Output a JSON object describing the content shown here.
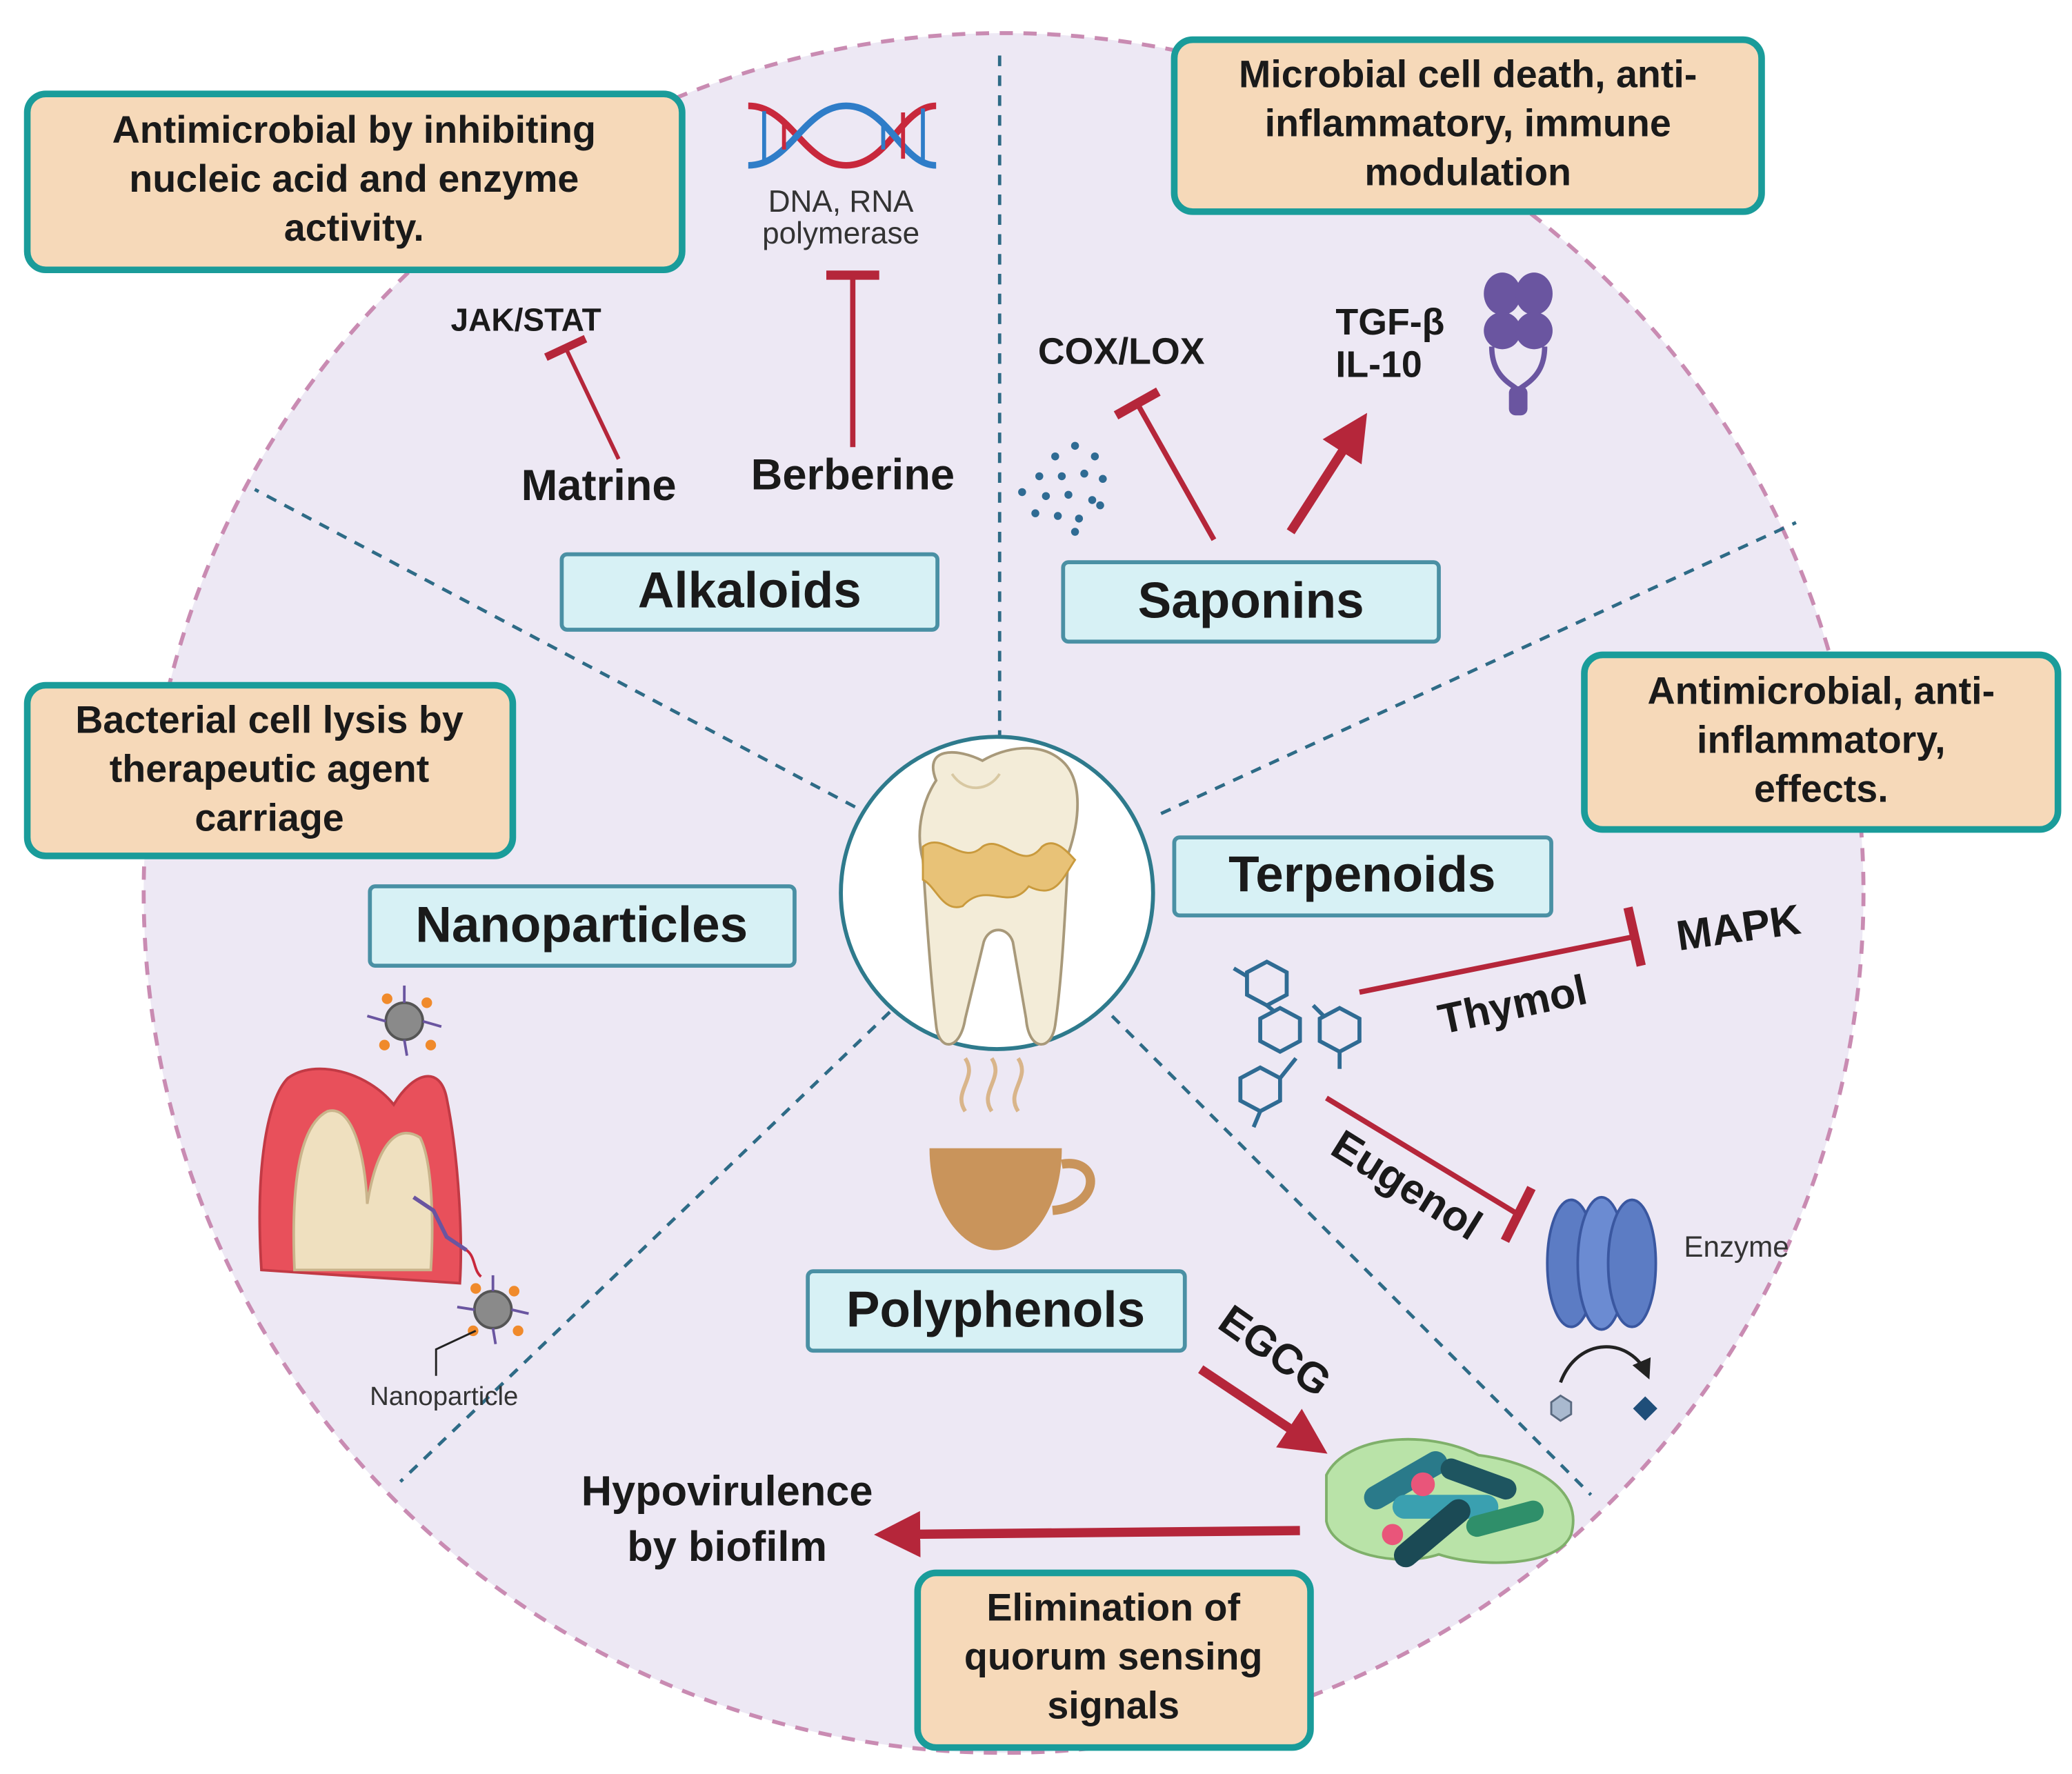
{
  "center_label": "",
  "classes": {
    "alkaloids": "Alkaloids",
    "saponins": "Saponins",
    "terpenoids": "Terpenoids",
    "polyphenols": "Polyphenols",
    "nanoparticles": "Nanoparticles"
  },
  "effects": {
    "alkaloids": [
      "Antimicrobial by inhibiting",
      "nucleic acid and enzyme",
      "activity."
    ],
    "saponins": [
      "Microbial cell death, anti-",
      "inflammatory, immune",
      "modulation"
    ],
    "terpenoids": [
      "Antimicrobial, anti-",
      "inflammatory,",
      "effects."
    ],
    "nanoparticles": [
      "Bacterial cell lysis by",
      "therapeutic agent",
      "carriage"
    ],
    "polyphenols": [
      "Elimination of",
      "quorum sensing",
      "signals"
    ]
  },
  "compounds": {
    "matrine": "Matrine",
    "berberine": "Berberine",
    "thymol": "Thymol",
    "eugenol": "Eugenol",
    "egcg": "EGCG"
  },
  "targets": {
    "jak_stat": "JAK/STAT",
    "dna_rna": [
      "DNA, RNA",
      "polymerase"
    ],
    "cox_lox": "COX/LOX",
    "tgf_il": [
      "TGF-β",
      "IL-10"
    ],
    "mapk": "MAPK",
    "enzyme": "Enzyme",
    "nanoparticle": "Nanoparticle",
    "hypovirulence": [
      "Hypovirulence",
      "by biofilm"
    ]
  },
  "colors": {
    "wheel_fill": "#ede8f4",
    "wheel_border": "#c98bb2",
    "divider": "#2e6b86",
    "class_box_fill": "#d7f1f5",
    "class_box_border": "#4a90a4",
    "effect_box_fill": "#f6d9b9",
    "effect_box_border": "#1a9c9a",
    "inhibit_red": "#b5263a",
    "molecule_blue": "#2f6b93"
  },
  "icons": [
    "dna-icon",
    "tooth-icon",
    "antibody-icon",
    "molecule-icon",
    "coffee-cup-icon",
    "enzyme-icon",
    "biofilm-icon",
    "gum-bone-icon",
    "nanoparticle-icon",
    "particles-icon"
  ]
}
